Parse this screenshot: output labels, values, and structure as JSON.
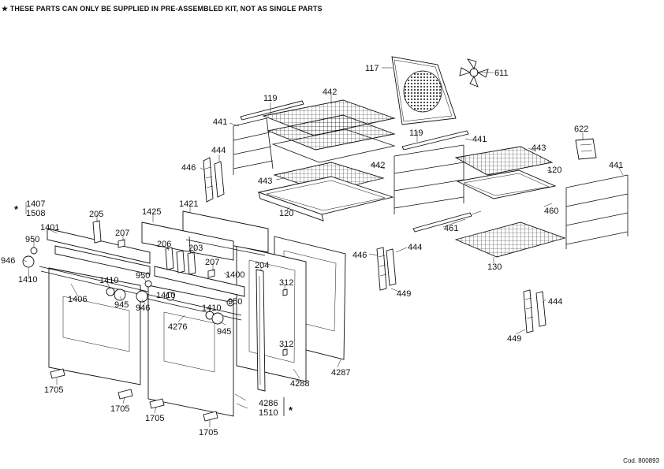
{
  "note": "★ THESE PARTS CAN ONLY BE SUPPLIED IN PRE-ASSEMBLED KIT, NOT AS SINGLE PARTS",
  "code": "Cod. 800893",
  "star": "*",
  "labels": {
    "p117": "117",
    "p611": "611",
    "p119a": "119",
    "p442a": "442",
    "p441a": "441",
    "p444a": "444",
    "p446a": "446",
    "p443a": "443",
    "p119b": "119",
    "p441b": "441",
    "p442b": "442",
    "p443b": "443",
    "p622": "622",
    "p120a": "120",
    "p441c": "441",
    "p1421": "1421",
    "p120b": "120",
    "p460": "460",
    "p461": "461",
    "p1425": "1425",
    "p205": "205",
    "p1407": "1407",
    "p1508": "1508",
    "p1401": "1401",
    "p207a": "207",
    "p950a": "950",
    "p946a": "946",
    "p206": "206",
    "p203": "203",
    "p207b": "207",
    "p1400": "1400",
    "p204": "204",
    "p446b": "446",
    "p444b": "444",
    "p130": "130",
    "p1410a": "1410",
    "p1406": "1406",
    "p1410b": "1410",
    "p950b": "950",
    "p945a": "945",
    "p946b": "946",
    "p1410c": "1410",
    "p312a": "312",
    "p449a": "449",
    "p1410d": "1410",
    "p950c": "950",
    "p4276": "4276",
    "p945b": "945",
    "p444c": "444",
    "p449b": "449",
    "p312b": "312",
    "p4288": "4288",
    "p4287": "4287",
    "p1705a": "1705",
    "p1705b": "1705",
    "p1705c": "1705",
    "p1705d": "1705",
    "p4286": "4286",
    "p1510": "1510"
  }
}
